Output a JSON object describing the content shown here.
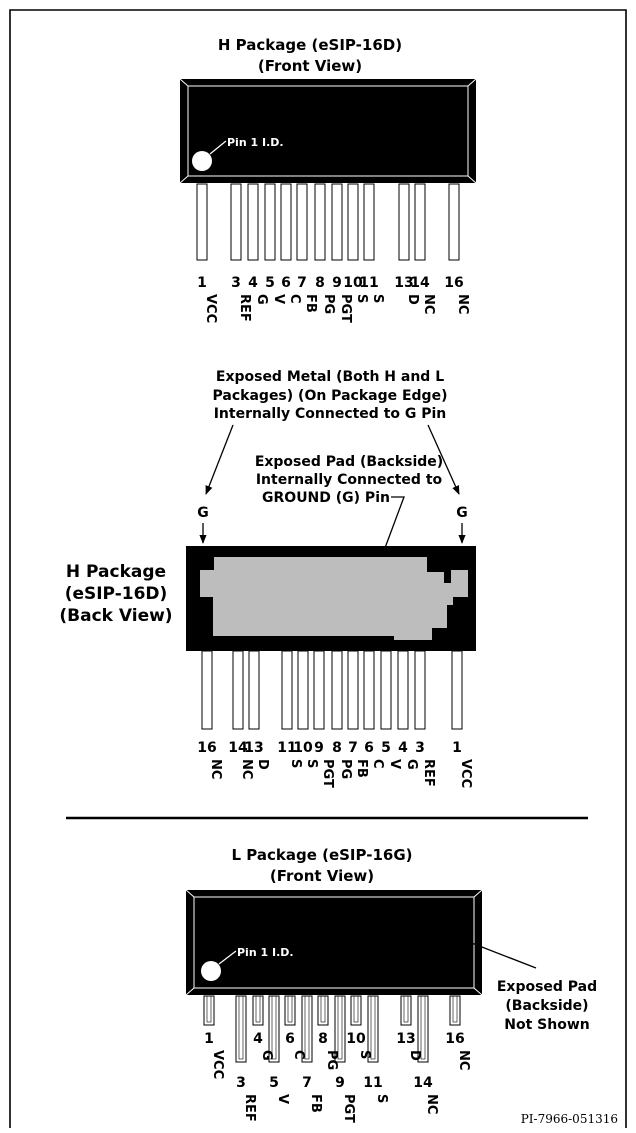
{
  "front_h": {
    "title1": "H Package (eSIP-16D)",
    "title2": "(Front View)",
    "pin1_label": "Pin 1 I.D.",
    "pins": [
      {
        "num": "1",
        "name": "VCC"
      },
      {
        "num": "3",
        "name": "REF"
      },
      {
        "num": "4",
        "name": "G"
      },
      {
        "num": "5",
        "name": "V"
      },
      {
        "num": "6",
        "name": "C"
      },
      {
        "num": "7",
        "name": "FB"
      },
      {
        "num": "8",
        "name": "PG"
      },
      {
        "num": "9",
        "name": "PGT"
      },
      {
        "num": "10",
        "name": "S"
      },
      {
        "num": "11",
        "name": "S"
      },
      {
        "num": "13",
        "name": "D"
      },
      {
        "num": "14",
        "name": "NC"
      },
      {
        "num": "16",
        "name": "NC"
      }
    ]
  },
  "back_h": {
    "metal_line1": "Exposed Metal (Both H and L",
    "metal_line2": "Packages) (On Package Edge)",
    "metal_line3": "Internally Connected to G Pin",
    "pad_line1": "Exposed Pad (Backside)",
    "pad_line2": "Internally Connected to",
    "pad_line3": "GROUND (G) Pin",
    "g_left": "G",
    "g_right": "G",
    "side_line1": "H Package",
    "side_line2": "(eSIP-16D)",
    "side_line3": "(Back View)",
    "pins": [
      {
        "num": "16",
        "name": "NC"
      },
      {
        "num": "14",
        "name": "NC"
      },
      {
        "num": "13",
        "name": "D"
      },
      {
        "num": "11",
        "name": "S"
      },
      {
        "num": "10",
        "name": "S"
      },
      {
        "num": "9",
        "name": "PGT"
      },
      {
        "num": "8",
        "name": "PG"
      },
      {
        "num": "7",
        "name": "FB"
      },
      {
        "num": "6",
        "name": "C"
      },
      {
        "num": "5",
        "name": "V"
      },
      {
        "num": "4",
        "name": "G"
      },
      {
        "num": "3",
        "name": "REF"
      },
      {
        "num": "1",
        "name": "VCC"
      }
    ]
  },
  "front_l": {
    "title1": "L Package (eSIP-16G)",
    "title2": "(Front View)",
    "pin1_label": "Pin 1 I.D.",
    "pad_line1": "Exposed Pad",
    "pad_line2": "(Backside)",
    "pad_line3": "Not Shown",
    "pins": [
      {
        "num": "1",
        "name": "VCC"
      },
      {
        "num": "3",
        "name": "REF"
      },
      {
        "num": "4",
        "name": "G"
      },
      {
        "num": "5",
        "name": "V"
      },
      {
        "num": "6",
        "name": "C"
      },
      {
        "num": "7",
        "name": "FB"
      },
      {
        "num": "8",
        "name": "PG"
      },
      {
        "num": "9",
        "name": "PGT"
      },
      {
        "num": "10",
        "name": "S"
      },
      {
        "num": "11",
        "name": "S"
      },
      {
        "num": "13",
        "name": "D"
      },
      {
        "num": "14",
        "name": "NC"
      },
      {
        "num": "16",
        "name": "NC"
      }
    ]
  },
  "reference": "PI-7966-051316"
}
